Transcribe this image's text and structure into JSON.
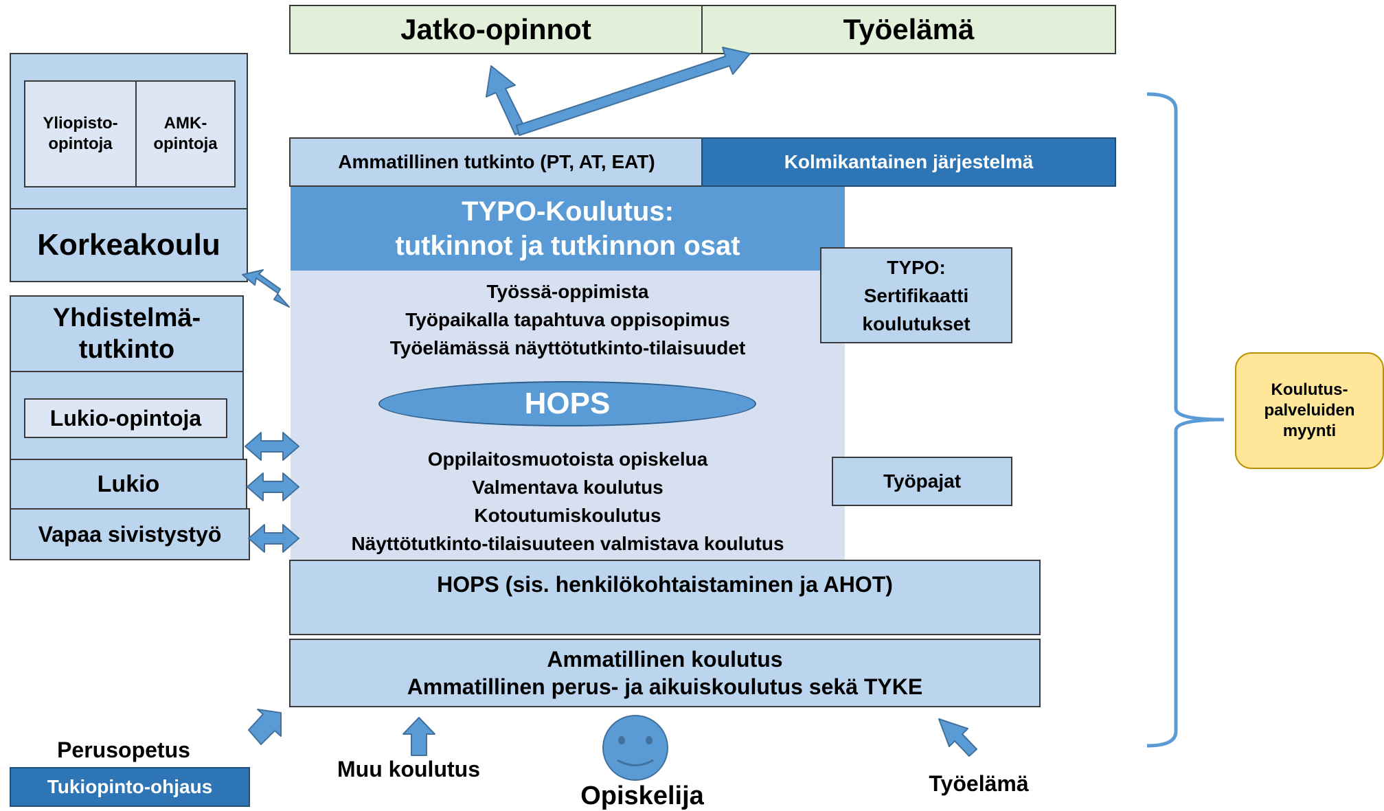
{
  "top": {
    "jatko": "Jatko-opinnot",
    "tyoelama": "Työelämä"
  },
  "left": {
    "yliopisto_1": "Yliopisto-",
    "yliopisto_2": "opintoja",
    "amk_1": "AMK-",
    "amk_2": "opintoja",
    "korkeakoulu": "Korkeakoulu",
    "yhdistelma_1": "Yhdistelmä-",
    "yhdistelma_2": "tutkinto",
    "lukio_opintoja": "Lukio-opintoja",
    "lukio": "Lukio",
    "vapaa": "Vapaa sivistystyö",
    "perusopetus": "Perusopetus",
    "tukiopinto": "Tukiopinto-ohjaus"
  },
  "center": {
    "ammatillinen_tutkinto": "Ammatillinen tutkinto (PT, AT, EAT)",
    "kolmikantainen": "Kolmikantainen järjestelmä",
    "typo_title_1": "TYPO-Koulutus:",
    "typo_title_2": "tutkinnot ja tutkinnon osat",
    "upper_lines": [
      "Työssä-oppimista",
      "Työpaikalla tapahtuva oppisopimus",
      "Työelämässä näyttötutkinto-tilaisuudet"
    ],
    "hops_oval": "HOPS",
    "lower_lines": [
      "Oppilaitosmuotoista opiskelua",
      "Valmentava koulutus",
      "Kotoutumiskoulutus",
      "Näyttötutkinto-tilaisuuteen valmistava koulutus"
    ],
    "hops_bar": "HOPS (sis. henkilökohtaistaminen ja AHOT)",
    "ammatillinen_koulutus_1": "Ammatillinen koulutus",
    "ammatillinen_koulutus_2": "Ammatillinen perus- ja aikuiskoulutus sekä TYKE"
  },
  "right": {
    "typo_sert_1": "TYPO:",
    "typo_sert_2": "Sertifikaatti",
    "typo_sert_3": "koulutukset",
    "tyopajat": "Työpajat",
    "myynti_1": "Koulutus-",
    "myynti_2": "palveluiden",
    "myynti_3": "myynti"
  },
  "bottom": {
    "muu_koulutus": "Muu koulutus",
    "opiskelija": "Opiskelija",
    "tyoelama": "Työelämä"
  },
  "colors": {
    "arrow": "#5b9bd5",
    "brace": "#5b9bd5",
    "oval": "#5b9bd5",
    "face": "#5b9bd5",
    "note": "#ffe699"
  }
}
